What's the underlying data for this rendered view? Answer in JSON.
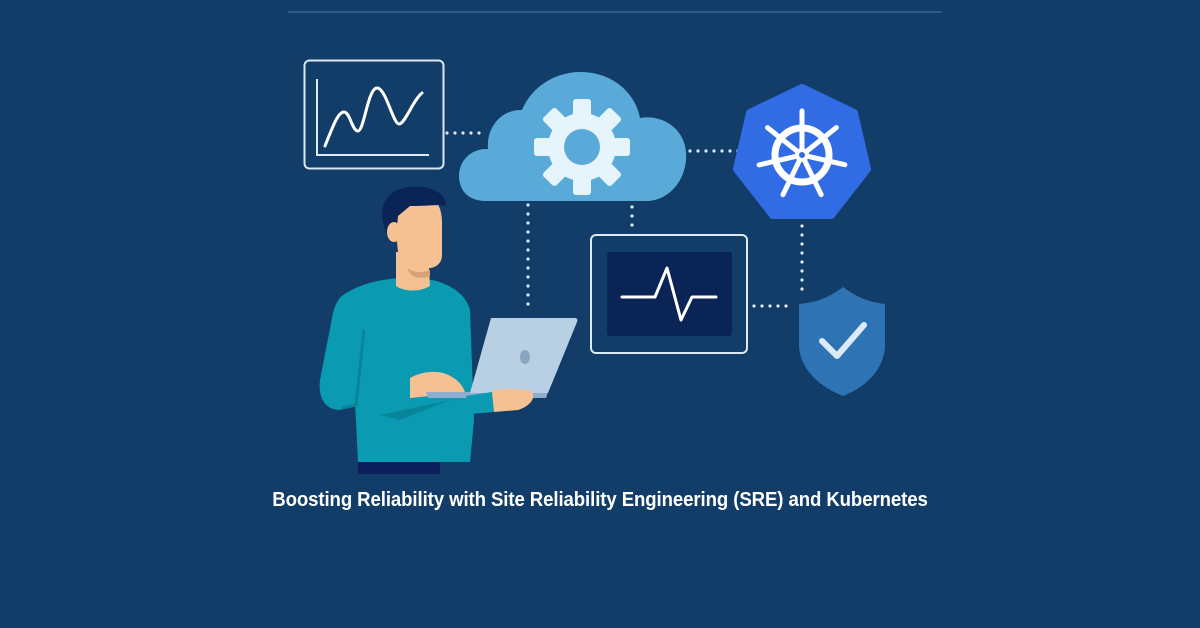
{
  "banner": {
    "title": "Boosting Reliability with Site Reliability Engineering (SRE) and Kubernetes"
  },
  "colors": {
    "background": "#113d68",
    "top_rule": "#2f5a86",
    "cloud": "#5aaad9",
    "gear": "#e6f4fb",
    "kubernetes": "#326ce5",
    "shield": "#2e74b5",
    "monitor_screen": "#0b2456",
    "panel_stroke": "#dbe8f5",
    "shirt": "#0a9bb3",
    "skin": "#f6c192",
    "hair": "#0b2456",
    "laptop": "#b9d0e4",
    "pants": "#0a1f5c"
  },
  "illustration": {
    "elements": [
      {
        "name": "line-chart-panel",
        "icon": "line-chart-icon"
      },
      {
        "name": "cloud",
        "icon": "gear-icon"
      },
      {
        "name": "kubernetes-heptagon",
        "icon": "ship-wheel-icon"
      },
      {
        "name": "heartbeat-monitor",
        "icon": "heartbeat-icon"
      },
      {
        "name": "security-shield",
        "icon": "checkmark-icon"
      },
      {
        "name": "person-with-laptop",
        "icon": "person-icon"
      }
    ]
  }
}
